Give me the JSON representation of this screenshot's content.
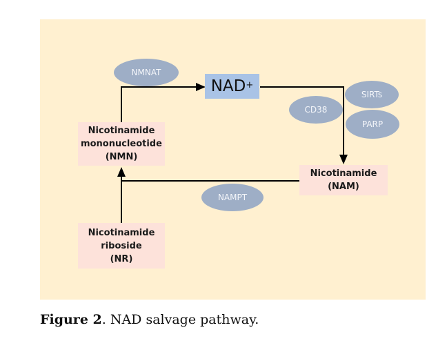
{
  "figure": {
    "caption_label": "Figure 2",
    "caption_text": ". NAD salvage pathway."
  },
  "nodes": {
    "nad": {
      "text": "NAD",
      "superscript": "+"
    },
    "nmn": {
      "line1": "Nicotinamide",
      "line2": "mononucleotide",
      "line3": "(NMN)"
    },
    "nam": {
      "line1": "Nicotinamide",
      "line2": "(NAM)"
    },
    "nr": {
      "line1": "Nicotinamide",
      "line2": "riboside",
      "line3": "(NR)"
    }
  },
  "enzymes": {
    "nmnat": "NMNAT",
    "cd38": "CD38",
    "sirts": "SIRTs",
    "parp": "PARP",
    "nampt": "NAMPT"
  },
  "colors": {
    "background": "#fff0d0",
    "node_fill": "#fde2da",
    "enzyme_fill": "#9eaec6",
    "nad_fill": "#a9c3e6"
  }
}
